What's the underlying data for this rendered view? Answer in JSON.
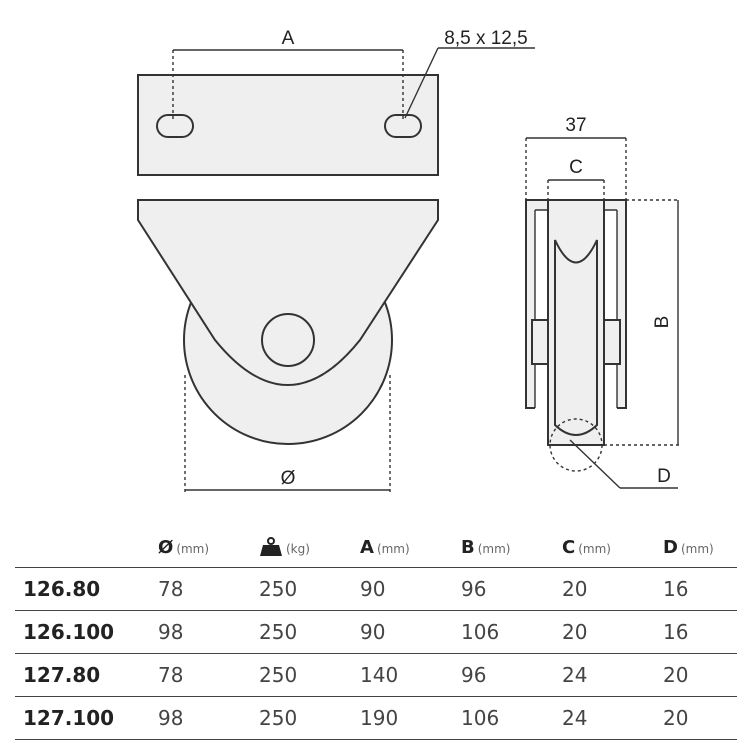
{
  "drawing": {
    "label_a": "A",
    "label_slot": "8,5 x 12,5",
    "label_width": "37",
    "label_c": "C",
    "label_b": "B",
    "label_d": "D",
    "label_diameter": "Ø"
  },
  "table": {
    "headers": [
      {
        "symbol": "",
        "unit": ""
      },
      {
        "symbol": "Ø",
        "unit": "(mm)"
      },
      {
        "symbol": "",
        "unit": "(kg)",
        "icon": "weight-icon"
      },
      {
        "symbol": "A",
        "unit": "(mm)"
      },
      {
        "symbol": "B",
        "unit": "(mm)"
      },
      {
        "symbol": "C",
        "unit": "(mm)"
      },
      {
        "symbol": "D",
        "unit": "(mm)"
      }
    ],
    "rows": [
      [
        "126.80",
        "78",
        "250",
        "90",
        "96",
        "20",
        "16"
      ],
      [
        "126.100",
        "98",
        "250",
        "90",
        "106",
        "20",
        "16"
      ],
      [
        "127.80",
        "78",
        "250",
        "140",
        "96",
        "24",
        "20"
      ],
      [
        "127.100",
        "98",
        "250",
        "190",
        "106",
        "24",
        "20"
      ]
    ]
  }
}
